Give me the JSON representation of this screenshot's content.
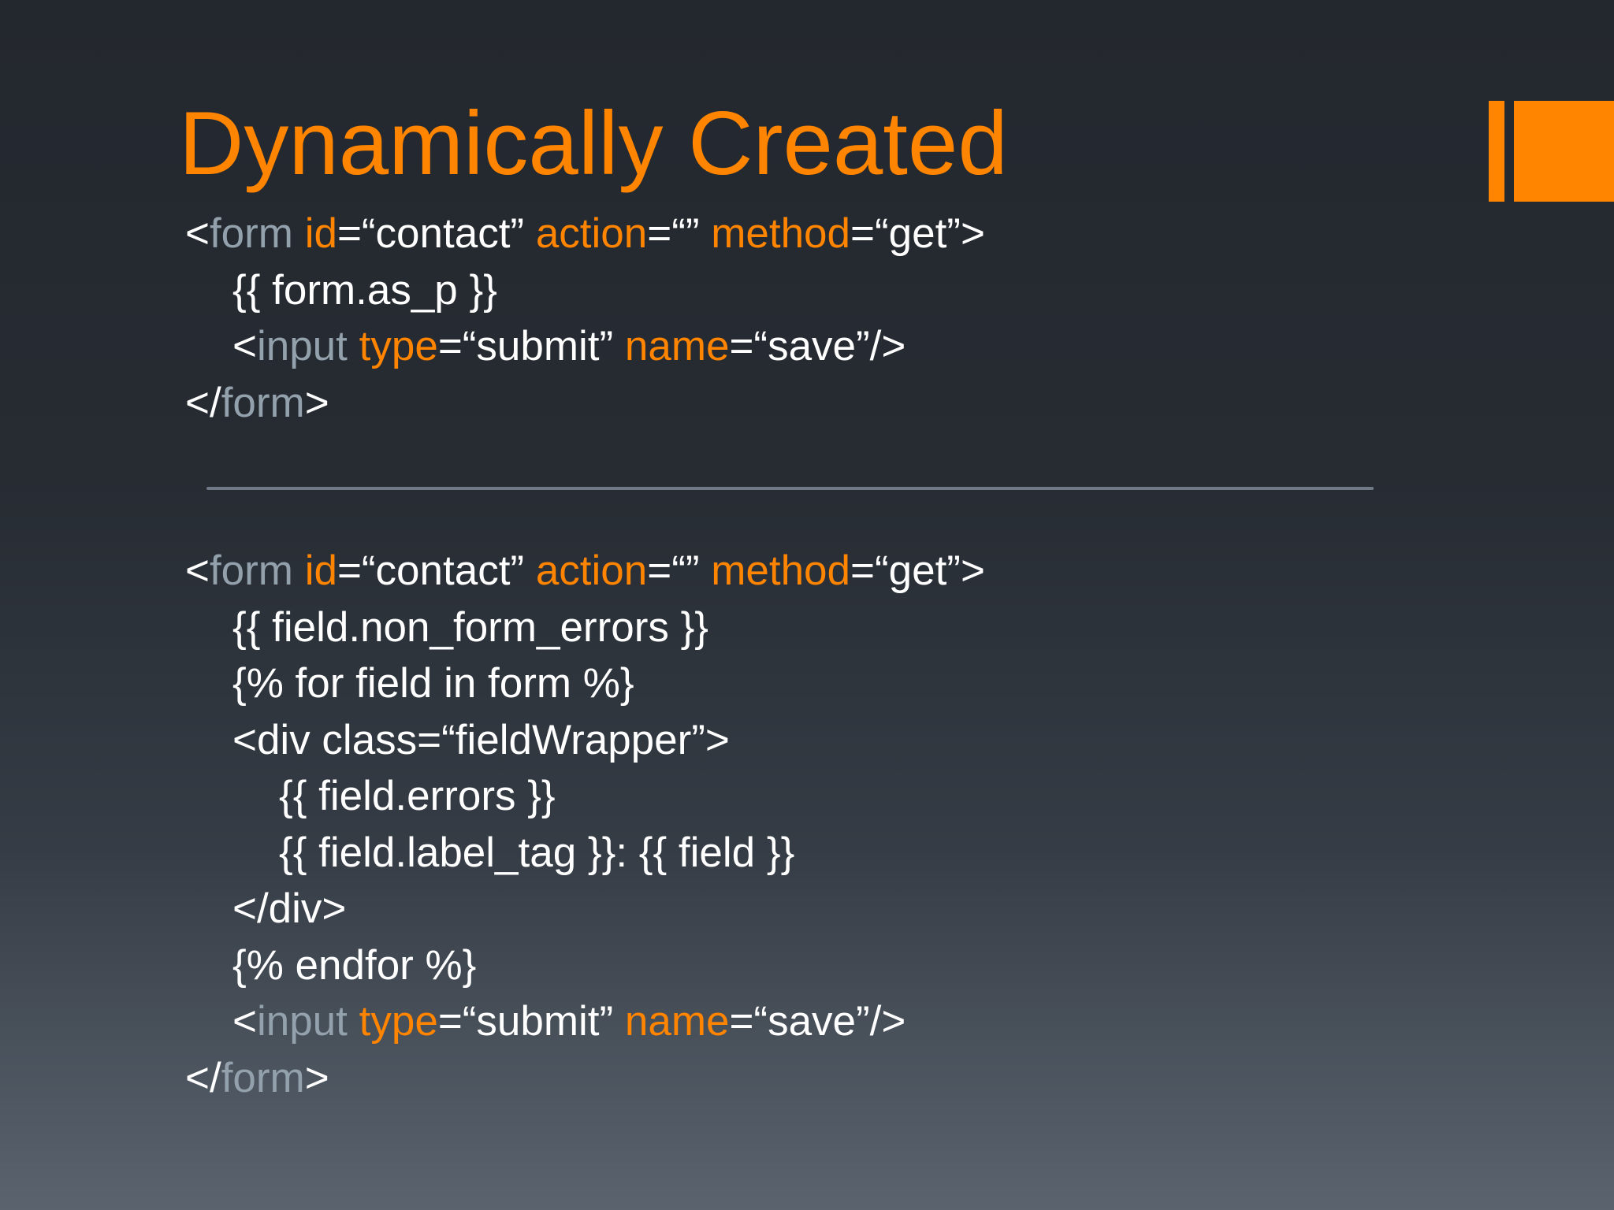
{
  "colors": {
    "accent": "#ff8400",
    "tag_gray": "#93a1ad",
    "text": "#ffffff",
    "divider": "#6f7a86"
  },
  "slide": {
    "title": "Dynamically Created"
  },
  "code_top": [
    {
      "indent": 0,
      "tokens": [
        {
          "t": "<",
          "c": "plain"
        },
        {
          "t": "form",
          "c": "tag"
        },
        {
          "t": " ",
          "c": "plain"
        },
        {
          "t": "id",
          "c": "kw"
        },
        {
          "t": "=“contact” ",
          "c": "plain"
        },
        {
          "t": "action",
          "c": "kw"
        },
        {
          "t": "=“” ",
          "c": "plain"
        },
        {
          "t": "method",
          "c": "kw"
        },
        {
          "t": "=“get”>",
          "c": "plain"
        }
      ]
    },
    {
      "indent": 1,
      "tokens": [
        {
          "t": "{{ form.as_p }}",
          "c": "plain"
        }
      ]
    },
    {
      "indent": 1,
      "tokens": [
        {
          "t": "<",
          "c": "plain"
        },
        {
          "t": "input",
          "c": "tag"
        },
        {
          "t": " ",
          "c": "plain"
        },
        {
          "t": "type",
          "c": "kw"
        },
        {
          "t": "=“submit” ",
          "c": "plain"
        },
        {
          "t": "name",
          "c": "kw"
        },
        {
          "t": "=“save”/>",
          "c": "plain"
        }
      ]
    },
    {
      "indent": 0,
      "tokens": [
        {
          "t": "</",
          "c": "plain"
        },
        {
          "t": "form",
          "c": "tag"
        },
        {
          "t": ">",
          "c": "plain"
        }
      ]
    }
  ],
  "code_bottom": [
    {
      "indent": 0,
      "tokens": [
        {
          "t": "<",
          "c": "plain"
        },
        {
          "t": "form",
          "c": "tag"
        },
        {
          "t": " ",
          "c": "plain"
        },
        {
          "t": "id",
          "c": "kw"
        },
        {
          "t": "=“contact” ",
          "c": "plain"
        },
        {
          "t": "action",
          "c": "kw"
        },
        {
          "t": "=“” ",
          "c": "plain"
        },
        {
          "t": "method",
          "c": "kw"
        },
        {
          "t": "=“get”>",
          "c": "plain"
        }
      ]
    },
    {
      "indent": 1,
      "tokens": [
        {
          "t": "{{ field.non_form_errors }}",
          "c": "plain"
        }
      ]
    },
    {
      "indent": 1,
      "tokens": [
        {
          "t": "{% for field in form %}",
          "c": "plain"
        }
      ]
    },
    {
      "indent": 1,
      "tokens": [
        {
          "t": "<div class=“fieldWrapper”>",
          "c": "plain"
        }
      ]
    },
    {
      "indent": 2,
      "tokens": [
        {
          "t": "{{ field.errors }}",
          "c": "plain"
        }
      ]
    },
    {
      "indent": 2,
      "tokens": [
        {
          "t": "{{ field.label_tag }}: {{ field }}",
          "c": "plain"
        }
      ]
    },
    {
      "indent": 1,
      "tokens": [
        {
          "t": "</div>",
          "c": "plain"
        }
      ]
    },
    {
      "indent": 1,
      "tokens": [
        {
          "t": "{% endfor %}",
          "c": "plain"
        }
      ]
    },
    {
      "indent": 1,
      "tokens": [
        {
          "t": "<",
          "c": "plain"
        },
        {
          "t": "input",
          "c": "tag"
        },
        {
          "t": " ",
          "c": "plain"
        },
        {
          "t": "type",
          "c": "kw"
        },
        {
          "t": "=“submit” ",
          "c": "plain"
        },
        {
          "t": "name",
          "c": "kw"
        },
        {
          "t": "=“save”/>",
          "c": "plain"
        }
      ]
    },
    {
      "indent": 0,
      "tokens": [
        {
          "t": "</",
          "c": "plain"
        },
        {
          "t": "form",
          "c": "tag"
        },
        {
          "t": ">",
          "c": "plain"
        }
      ]
    }
  ]
}
